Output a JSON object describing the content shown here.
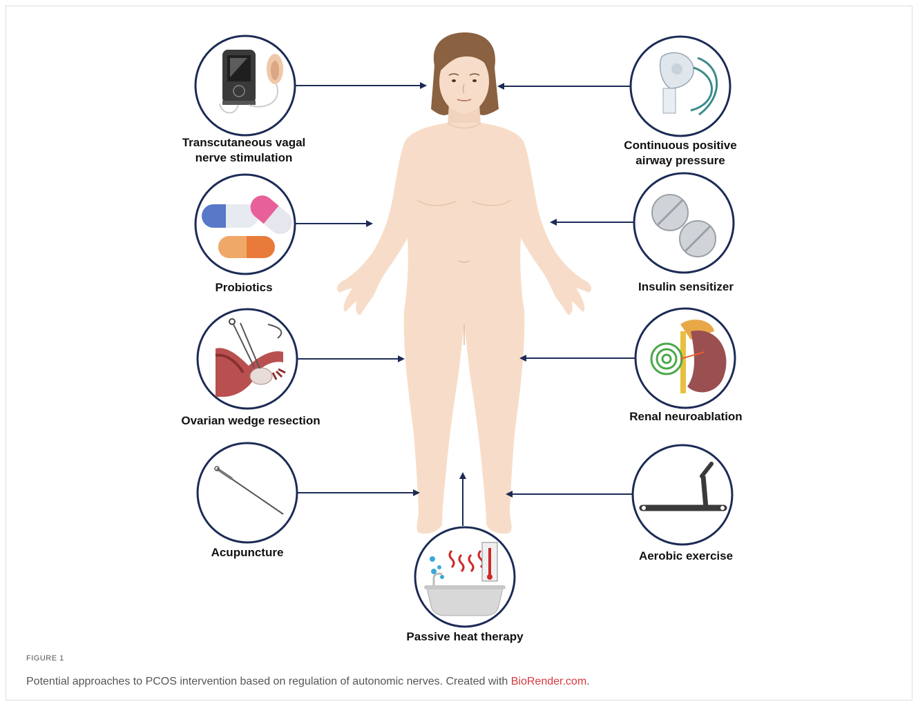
{
  "labels": {
    "tvns_1": "Transcutaneous vagal",
    "tvns_2": "nerve stimulation",
    "cpap_1": "Continuous positive",
    "cpap_2": "airway pressure",
    "probiotics": "Probiotics",
    "insulin": "Insulin sensitizer",
    "ovarian": "Ovarian wedge resection",
    "renal": "Renal neuroablation",
    "acupuncture": "Acupuncture",
    "aerobic": "Aerobic exercise",
    "heat": "Passive heat therapy"
  },
  "caption": {
    "label": "FIGURE 1",
    "text": "Potential approaches to PCOS intervention based on regulation of autonomic nerves. Created with ",
    "link": "BioRender.com",
    "end": "."
  },
  "colors": {
    "arrow": "#1b2b55",
    "circle": "#1b2b55",
    "skin": "#f7ddc9",
    "hair": "#8a6141",
    "link": "#d6383d"
  }
}
